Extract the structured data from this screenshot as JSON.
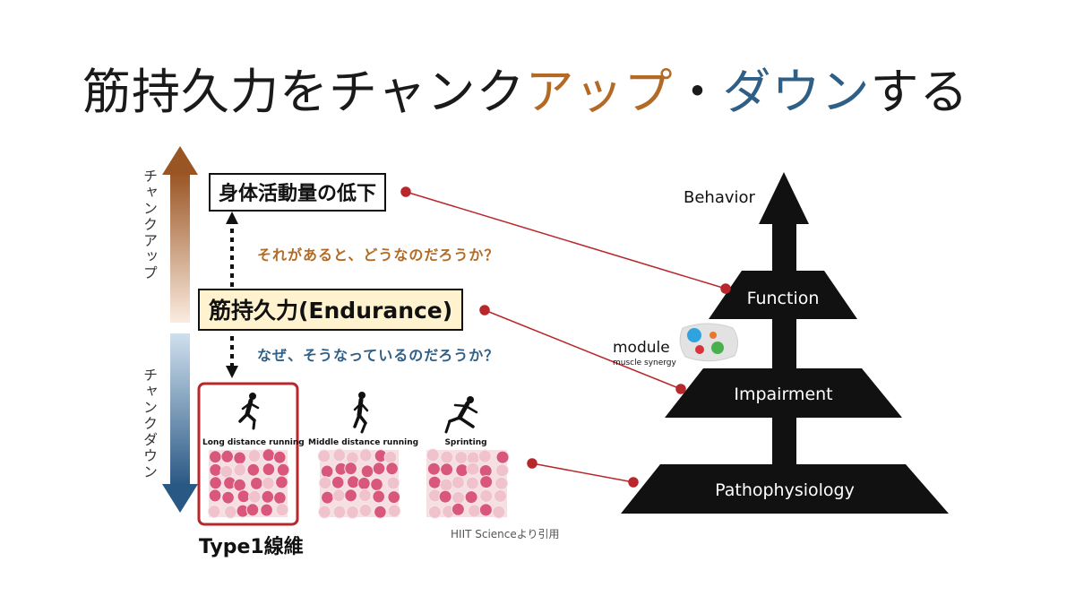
{
  "title": {
    "part1": "筋持久力をチャンク",
    "part_up": "アップ",
    "dot": "・",
    "part_down": "ダウン",
    "part2": "する"
  },
  "colors": {
    "up": "#b36a25",
    "down": "#2f5f86",
    "connector": "#b8272c",
    "highlight_border": "#b8272c",
    "endurance_box_fill": "#fff3cf"
  },
  "arrow_labels": {
    "up": "チャンクアップ",
    "down": "チャンクダウン"
  },
  "boxes": {
    "activity": "身体活動量の低下",
    "endurance": "筋持久力(Endurance)"
  },
  "questions": {
    "up": "それがあると、どうなのだろうか？",
    "down": "なぜ、そうなっているのだろうか？"
  },
  "runners": [
    {
      "label": "Long distance running",
      "icon": "long-distance-runner-icon",
      "highlighted": true
    },
    {
      "label": "Middle distance running",
      "icon": "middle-distance-runner-icon",
      "highlighted": false
    },
    {
      "label": "Sprinting",
      "icon": "sprinter-icon",
      "highlighted": false
    }
  ],
  "type1_label": "Type1線維",
  "citation": "HIIT Scienceより引用",
  "pyramid": {
    "top": "Behavior",
    "levels": [
      "Function",
      "Impairment",
      "Pathophysiology"
    ]
  },
  "module": {
    "label": "module",
    "sublabel": "muscle synergy",
    "icon": "module-dots-icon"
  }
}
